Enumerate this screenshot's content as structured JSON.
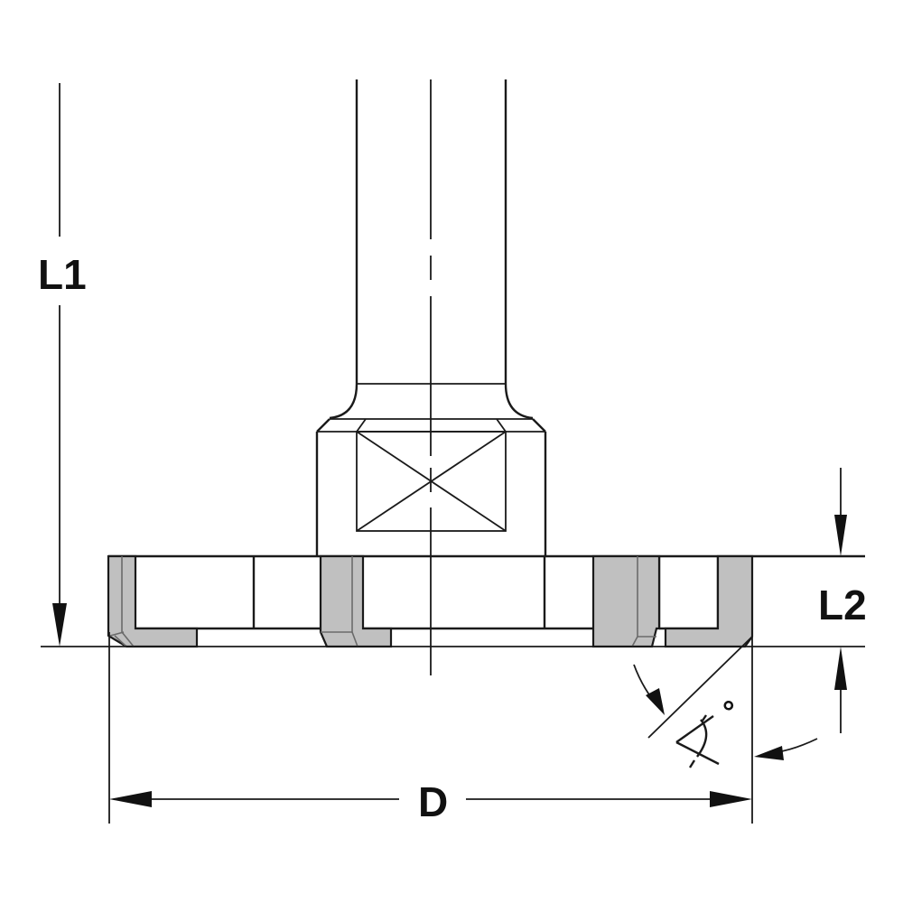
{
  "diagram": {
    "type": "technical-drawing",
    "subject": "T-slot cutter with shank (side view)",
    "colors": {
      "line": "#1a1a1a",
      "insert_fill": "#c0c0c0",
      "background": "#ffffff"
    },
    "dimensions": {
      "overall_length": {
        "label": "L1"
      },
      "cutting_width": {
        "label": "L2"
      },
      "diameter": {
        "label": "D"
      },
      "angle": {
        "label": "∡",
        "unit": "°"
      }
    }
  }
}
